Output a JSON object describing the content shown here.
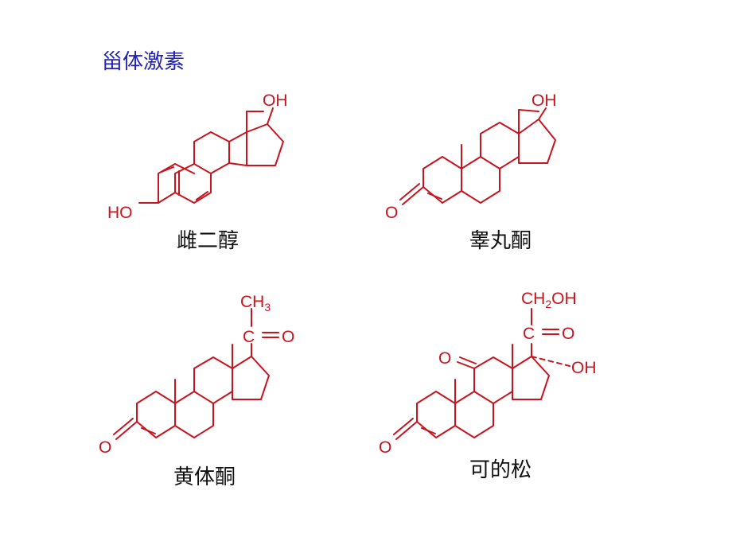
{
  "title": "甾体激素",
  "estradiol": {
    "name": "雌二醇",
    "oh_top": "OH",
    "ho_left": "HO"
  },
  "testosterone": {
    "name": "睾丸酮",
    "oh_top": "OH",
    "oxo": "O"
  },
  "progesterone": {
    "name": "黄体酮",
    "ch3": "CH",
    "ch3_sub": "3",
    "carbonyl_c": "C",
    "carbonyl_o": "O",
    "oxo": "O"
  },
  "cortisone": {
    "name": "可的松",
    "ch2oh_a": "CH",
    "ch2oh_sub": "2",
    "ch2oh_b": "OH",
    "carbonyl_c": "C",
    "carbonyl_o": "O",
    "oh17": "OH",
    "oxo11": "O",
    "oxo3": "O"
  },
  "colors": {
    "structure": "#c8141e",
    "title": "#2222b4",
    "caption": "#111111"
  }
}
